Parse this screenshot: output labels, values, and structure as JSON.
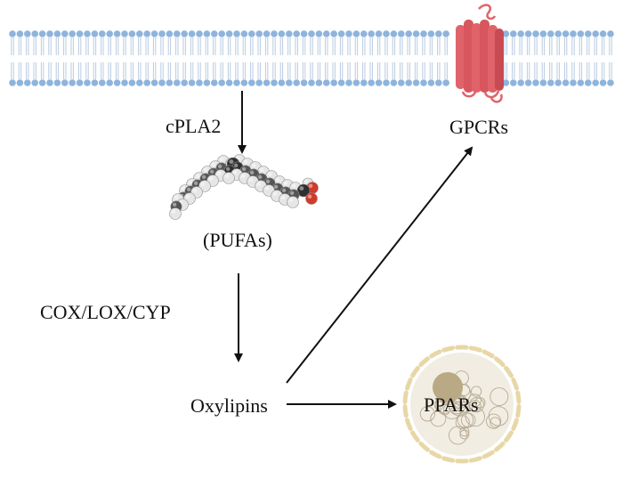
{
  "labels": {
    "cpla2": "cPLA2",
    "pufas": "(PUFAs)",
    "enzymes": "COX/LOX/CYP",
    "oxylipins": "Oxylipins",
    "gpcrs": "GPCRs",
    "ppars": "PPARs"
  },
  "icons": {
    "membrane": "phospholipid-bilayer",
    "receptor": "gpcr-seven-transmembrane-protein",
    "molecule": "pufa-space-filling-molecule",
    "nucleus": "cell-nucleus"
  },
  "colors": {
    "lipid_head": "#8fb4dc",
    "lipid_tail": "#b9cbe2",
    "receptor": "#e0636a",
    "receptor_dark": "#c84a52",
    "carbon": "#2f2f2f",
    "hydrogen": "#e6e6e6",
    "oxygen": "#d23a2a",
    "nucleus_fill": "#f1ede2",
    "nucleus_rim": "#e8d7a6",
    "nucleolus": "#b9aa85",
    "arrow": "#111111"
  }
}
